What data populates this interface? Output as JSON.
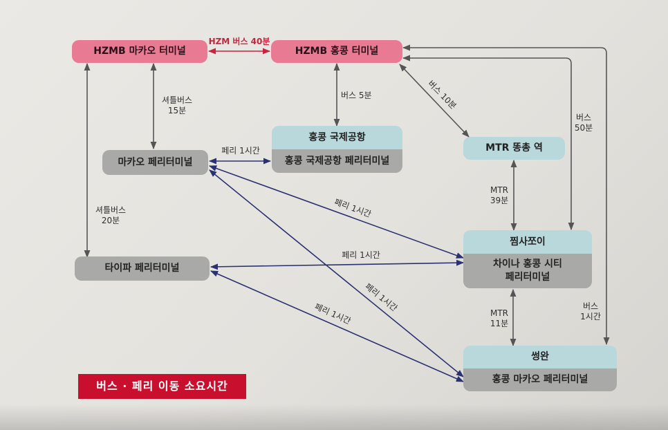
{
  "nodes": {
    "hzmb_macau": "HZMB 마카오 터미널",
    "hzmb_hk": "HZMB 홍콩 터미널",
    "hk_airport_top": "홍콩 국제공항",
    "hk_airport_bottom": "홍콩 국제공항 페리터미널",
    "macau_ferry": "마카오 페리터미널",
    "mtr_tung_chung": "MTR 똥총 역",
    "taipa_ferry": "타이파 페리터미널",
    "tst_top": "찜사쪼이",
    "tst_bottom_1": "차이나 홍콩 시티",
    "tst_bottom_2": "페리터미널",
    "sheung_wan_top": "썽완",
    "sheung_wan_bottom": "홍콩 마카오 페리터미널"
  },
  "edges": {
    "hzm_bus": "HZM 버스 40분",
    "shuttle_15_1": "셔틀버스",
    "shuttle_15_2": "15분",
    "bus5": "버스 5분",
    "bus10": "버스 10분",
    "bus50_1": "버스",
    "bus50_2": "50분",
    "ferry_airport": "페리 1시간",
    "shuttle_20_1": "셔틀버스",
    "shuttle_20_2": "20분",
    "mtr39_1": "MTR",
    "mtr39_2": "39분",
    "ferry_macau_tst": "페리 1시간",
    "ferry_taipa_tst": "페리 1시간",
    "ferry_macau_sw": "페리 1시간",
    "ferry_taipa_sw": "페리 1시간",
    "mtr11_1": "MTR",
    "mtr11_2": "11분",
    "bus1h_1": "버스",
    "bus1h_2": "1시간"
  },
  "legend": "버스 · 페리 이동 소요시간",
  "colors": {
    "pink_node": "#e87a93",
    "gray_node": "#a9aaa7",
    "blue_node": "#b9d8dc",
    "ferry_arrow": "#2b3170",
    "bus_arrow": "#555555",
    "hzm_arrow": "#c8243f",
    "legend_bg": "#c8102e"
  }
}
